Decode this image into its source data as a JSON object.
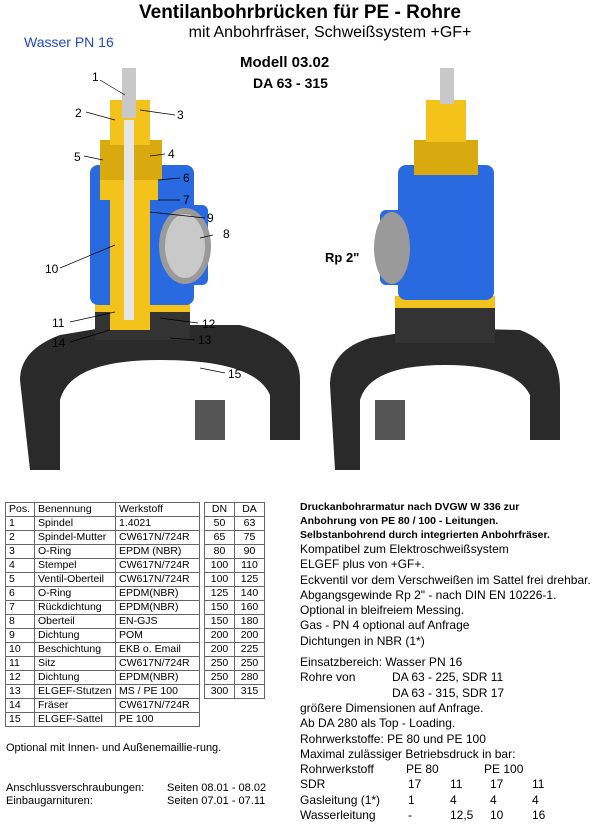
{
  "header": {
    "title": "Ventilanbohrbrücken für PE - Rohre",
    "subtitle": "mit Anbohrfräser,  Schweißsystem +GF+",
    "badge": "Wasser PN 16",
    "model": "Modell 03.02",
    "range": "DA 63 - 315"
  },
  "figure": {
    "rp_label": "Rp 2\"",
    "callouts": [
      "1",
      "2",
      "3",
      "4",
      "5",
      "6",
      "7",
      "8",
      "9",
      "10",
      "11",
      "12",
      "13",
      "14",
      "15"
    ],
    "colors": {
      "blue": "#2a6ae0",
      "yellow": "#f3c21b",
      "black": "#2a2a2a",
      "grey": "#b8b8b8"
    }
  },
  "parts_table": {
    "headers": [
      "Pos.",
      "Benennung",
      "Werkstoff"
    ],
    "rows": [
      [
        "1",
        "Spindel",
        "1.4021"
      ],
      [
        "2",
        "Spindel-Mutter",
        "CW617N/724R"
      ],
      [
        "3",
        "O-Ring",
        "EPDM (NBR)"
      ],
      [
        "4",
        "Stempel",
        "CW617N/724R"
      ],
      [
        "5",
        "Ventil-Oberteil",
        "CW617N/724R"
      ],
      [
        "6",
        "O-Ring",
        "EPDM(NBR)"
      ],
      [
        "7",
        "Rückdichtung",
        "EPDM(NBR)"
      ],
      [
        "8",
        "Oberteil",
        "EN-GJS"
      ],
      [
        "9",
        "Dichtung",
        "POM"
      ],
      [
        "10",
        "Beschichtung",
        "EKB o. Email"
      ],
      [
        "11",
        "Sitz",
        "CW617N/724R"
      ],
      [
        "12",
        "Dichtung",
        "EPDM(NBR)"
      ],
      [
        "13",
        "ELGEF-Stutzen",
        "MS / PE 100"
      ],
      [
        "14",
        "Fräser",
        "CW617N/724R"
      ],
      [
        "15",
        "ELGEF-Sattel",
        "PE 100"
      ]
    ]
  },
  "dn_table": {
    "headers": [
      "DN",
      "DA"
    ],
    "rows": [
      [
        "50",
        "63"
      ],
      [
        "65",
        "75"
      ],
      [
        "80",
        "90"
      ],
      [
        "100",
        "110"
      ],
      [
        "100",
        "125"
      ],
      [
        "125",
        "140"
      ],
      [
        "150",
        "160"
      ],
      [
        "150",
        "180"
      ],
      [
        "200",
        "200"
      ],
      [
        "200",
        "225"
      ],
      [
        "250",
        "250"
      ],
      [
        "250",
        "280"
      ],
      [
        "300",
        "315"
      ]
    ]
  },
  "notes": {
    "optional": "Optional mit Innen- und Außenemaillie-rung.",
    "refs": [
      {
        "label": "Anschlussverschraubungen:",
        "value": "Seiten  08.01 - 08.02"
      },
      {
        "label": "Einbaugarnituren:",
        "value": "Seiten  07.01 - 07.11"
      }
    ]
  },
  "description": {
    "bold_lines": [
      "Druckanbohrarmatur nach DVGW W 336 zur",
      "Anbohrung von PE 80 / 100 - Leitungen.",
      "Selbstanbohrend durch integrierten Anbohrfräser."
    ],
    "lines": [
      "Kompatibel zum Elektroschweißsystem",
      "ELGEF plus von +GF+.",
      "Eckventil vor dem Verschweißen im Sattel frei drehbar.",
      "Abgangsgewinde Rp 2\" - nach DIN EN 10226-1.",
      "Optional in bleifreiem Messing.",
      "Gas - PN 4 optional auf Anfrage",
      "Dichtungen in NBR (1*)"
    ],
    "einsatz": "Einsatzbereich:  Wasser PN 16",
    "rohre_label": "Rohre von",
    "rohre": [
      "DA 63 - 225, SDR 11",
      "DA 63 - 315, SDR 17"
    ],
    "lines2": [
      "größere Dimensionen auf Anfrage.",
      "Ab DA 280 als Top - Loading.",
      "Rohrwerkstoffe:  PE 80 und PE 100",
      "Maximal zulässiger Betriebsdruck in bar:"
    ],
    "pressure_header": [
      "Rohrwerkstoff",
      "PE  80",
      "PE 100"
    ],
    "pressure_rows": [
      [
        "SDR",
        "17",
        "11",
        "17",
        "11"
      ],
      [
        "Gasleitung (1*)",
        "1",
        "4",
        "4",
        "4"
      ],
      [
        "Wasserleitung",
        "-",
        "12,5",
        "10",
        "16"
      ]
    ]
  }
}
